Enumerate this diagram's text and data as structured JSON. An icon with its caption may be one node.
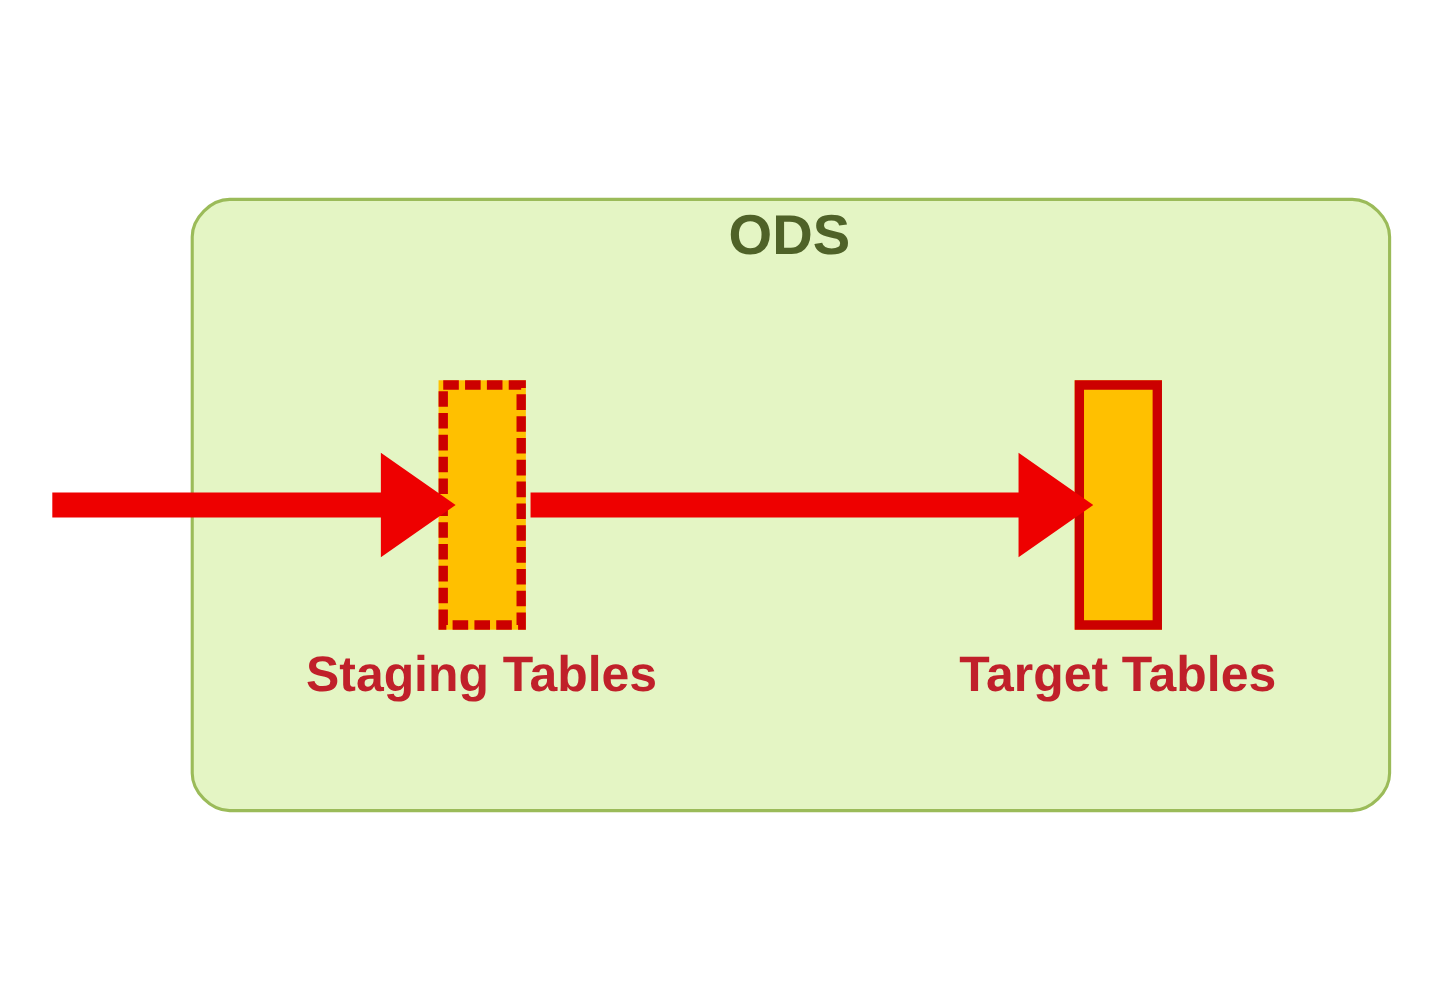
{
  "diagram": {
    "nodes": [
      {
        "text": [
          "ODS"
        ]
      },
      {
        "text": [
          "Staging Tables"
        ],
        "in": 0
      },
      {
        "text": [
          "Target Tables"
        ],
        "in": 0
      }
    ],
    "edges": [
      {
        "from": null,
        "to": 1,
        "arrow": "to"
      },
      {
        "from": 1,
        "to": 2,
        "arrow": "to"
      }
    ]
  }
}
